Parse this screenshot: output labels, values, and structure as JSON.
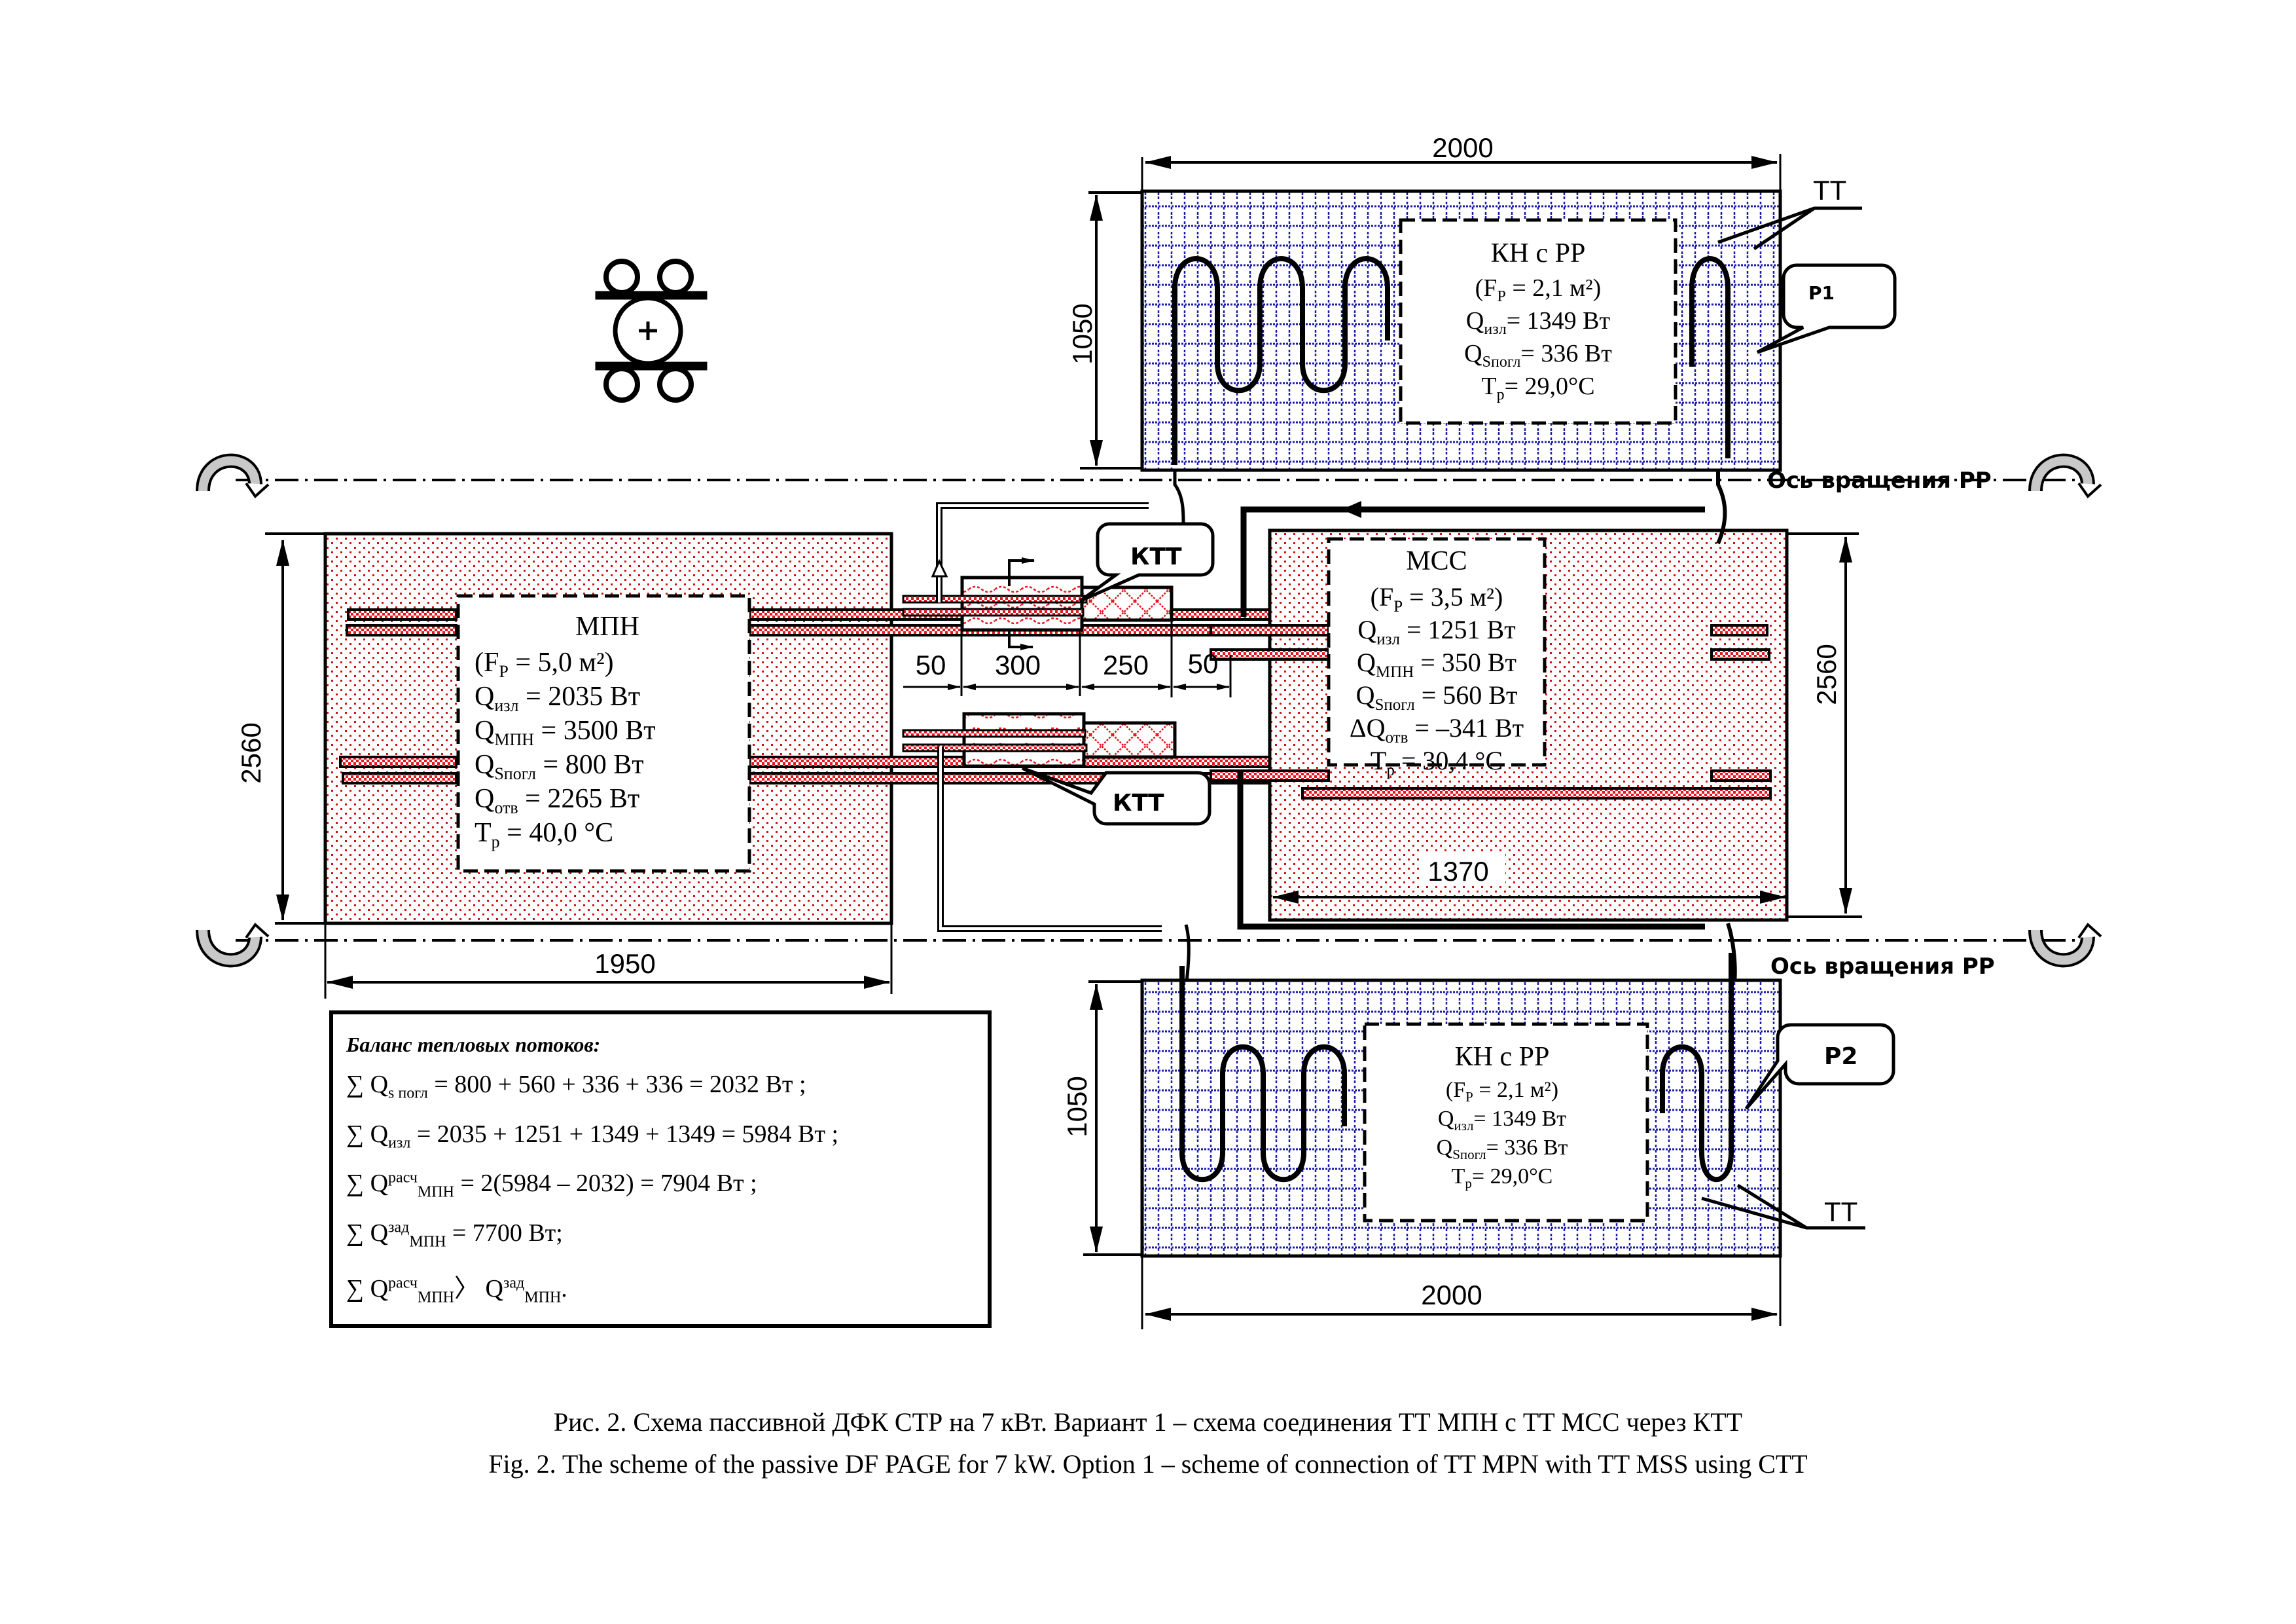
{
  "figure": {
    "caption_ru": "Рис. 2. Схема пассивной ДФК СТР на 7 кВт. Вариант 1 – схема соединения ТТ МПН с ТТ МСС через КТТ",
    "caption_en": "Fig. 2. The scheme of the passive DF PAGE for 7 kW. Option 1 – scheme of connection of TT MPN with TT MSS using CTT"
  },
  "colors": {
    "red_fill": "#e8141e",
    "red_dots": "#d01010",
    "blue_grid": "#1a1aa8",
    "ink": "#000000",
    "arrow_grey": "#c8c8c8"
  },
  "dimensions": {
    "top_kn_width": "2000",
    "top_kn_height": "1050",
    "bottom_kn_width": "2000",
    "bottom_kn_height": "1050",
    "mpn_height": "2560",
    "mpn_width": "1950",
    "mss_height": "2560",
    "mss_width": "1370",
    "gap_left": "50",
    "ktt_len_1": "300",
    "ktt_len_2": "250",
    "gap_right": "50"
  },
  "labels": {
    "axis_top": "Ось вращения РР",
    "axis_bottom": "Ось вращения РР",
    "ktt_top": "КТТ",
    "ktt_bottom": "КТТ",
    "tt_top": "ТТ",
    "tt_bottom": "ТТ",
    "p1": "Р1",
    "p2": "Р2"
  },
  "blocks": {
    "mpn": {
      "title": "МПН",
      "lines": [
        {
          "q": "(F",
          "sub": "P",
          "rest": " = 5,0 м²)"
        },
        {
          "q": "Q",
          "sub": "изл",
          "rest": " = 2035 Вт"
        },
        {
          "q": "Q",
          "sub": "МПН",
          "rest": " = 3500 Вт"
        },
        {
          "q": "Q",
          "sub": "Sпогл",
          "rest": " = 800 Вт"
        },
        {
          "q": "Q",
          "sub": "отв",
          "rest": " = 2265 Вт"
        },
        {
          "q": "T",
          "sub": "p",
          "rest": " = 40,0 °С"
        }
      ]
    },
    "mss": {
      "title": "МСС",
      "lines": [
        {
          "q": "(F",
          "sub": "P",
          "rest": " = 3,5 м²)"
        },
        {
          "q": "Q",
          "sub": "изл",
          "rest": " = 1251 Вт"
        },
        {
          "q": "Q",
          "sub": "МПН",
          "rest": " = 350 Вт"
        },
        {
          "q": "Q",
          "sub": "Sпогл",
          "rest": " = 560 Вт"
        },
        {
          "q": "ΔQ",
          "sub": "отв",
          "rest": " = –341 Вт"
        },
        {
          "q": "T",
          "sub": "p",
          "rest": " = 30,4 °С"
        }
      ]
    },
    "kn_top": {
      "title": "КН с РР",
      "lines": [
        {
          "q": "(F",
          "sub": "P",
          "rest": " = 2,1 м²)"
        },
        {
          "q": "Q",
          "sub": "изл",
          "rest": "= 1349 Вт"
        },
        {
          "q": "Q",
          "sub": "Sпогл",
          "rest": "= 336 Вт"
        },
        {
          "q": "T",
          "sub": "p",
          "rest": "= 29,0°С"
        }
      ]
    },
    "kn_bottom": {
      "title": "КН с РР",
      "lines": [
        {
          "q": "(F",
          "sub": "P",
          "rest": " = 2,1 м²)"
        },
        {
          "q": "Q",
          "sub": "изл",
          "rest": "= 1349 Вт"
        },
        {
          "q": "Q",
          "sub": "Sпогл",
          "rest": "= 336 Вт"
        },
        {
          "q": "T",
          "sub": "p",
          "rest": "= 29,0°С"
        }
      ]
    }
  },
  "balance": {
    "title": "Баланс тепловых потоков:",
    "eq1": {
      "pre": "∑ Q",
      "sub": "s погл",
      "rest": " = 800 + 560 + 336 + 336 = 2032 Вт ;"
    },
    "eq2": {
      "pre": "∑ Q",
      "sub": "изл",
      "rest": " = 2035 + 1251 + 1349 + 1349 = 5984 Вт ;"
    },
    "eq3": {
      "pre": "∑ Q",
      "sup": "расч",
      "sub": "МПН",
      "rest": " = 2(5984 – 2032) = 7904 Вт ;"
    },
    "eq4": {
      "pre": "∑ Q",
      "sup": "зад",
      "sub": "МПН",
      "rest": " = 7700 Вт;"
    },
    "eq5": {
      "pre": "∑ Q",
      "sup": "расч",
      "sub": "МПН",
      "mid": "〉 Q",
      "sup2": "зад",
      "sub2": "МПН",
      "rest": "."
    }
  }
}
